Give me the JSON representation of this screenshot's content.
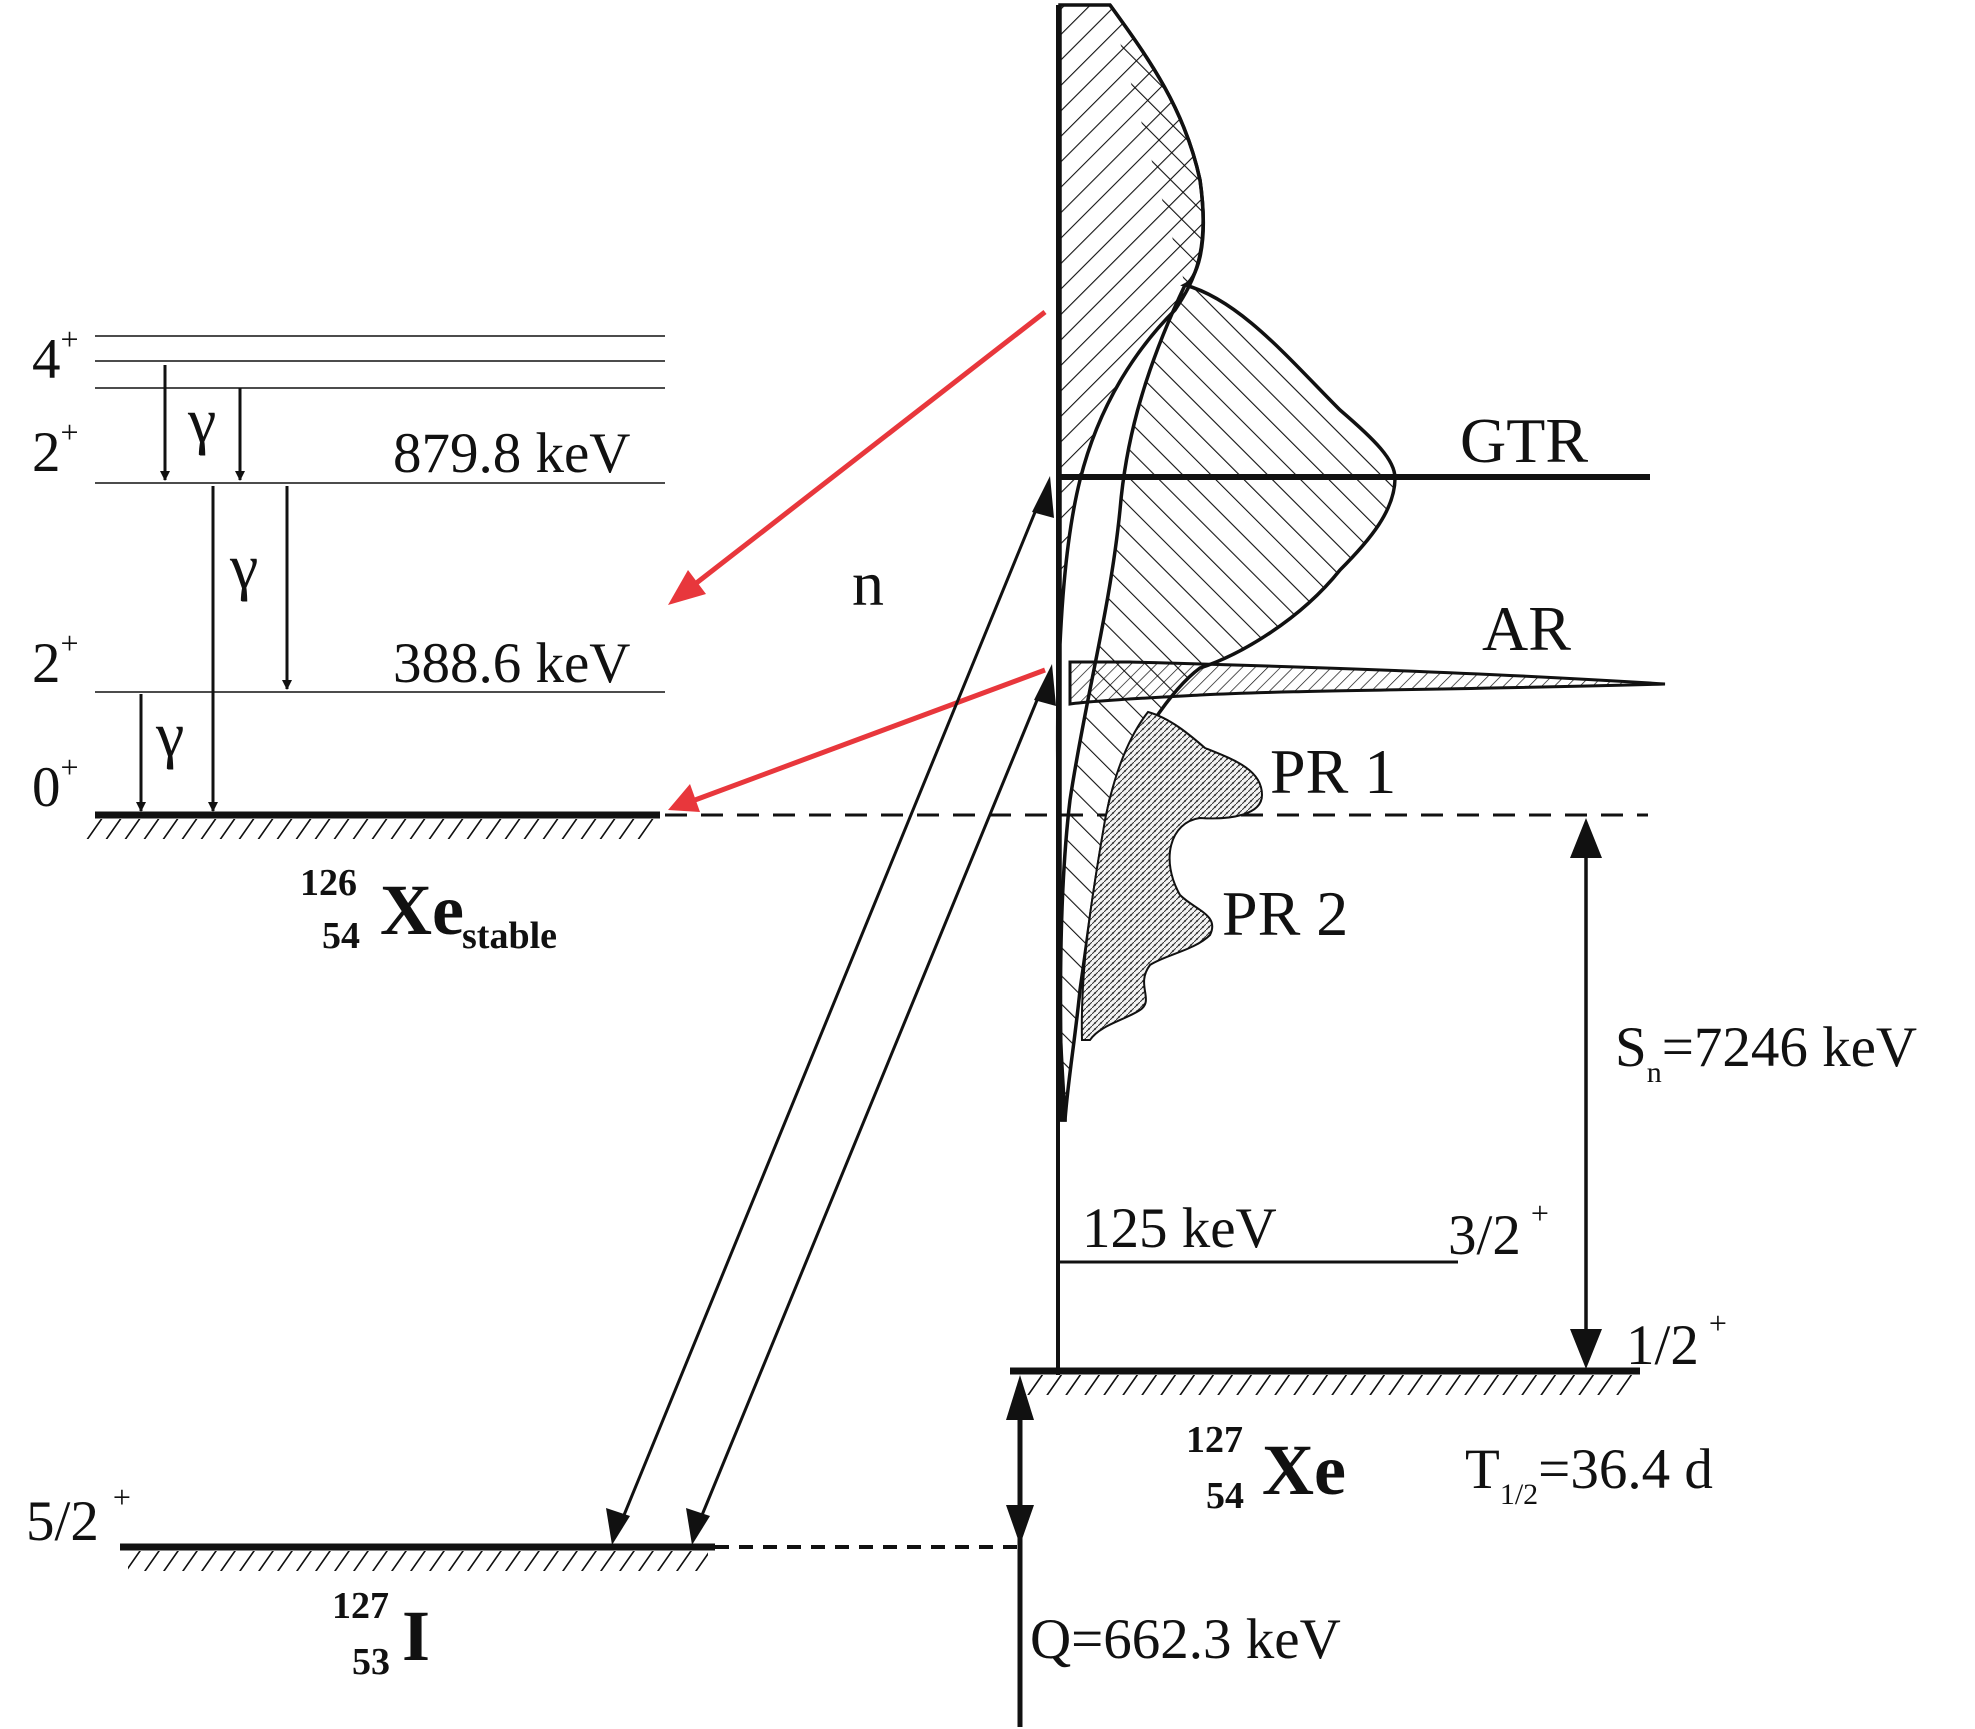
{
  "xe126": {
    "levels": [
      {
        "spin": "4",
        "parity": "+"
      },
      {
        "spin": "2",
        "parity": "+",
        "energy": "879.8 keV"
      },
      {
        "spin": "2",
        "parity": "+",
        "energy": "388.6 keV"
      },
      {
        "spin": "0",
        "parity": "+"
      }
    ],
    "nucleus": {
      "mass": "126",
      "z": "54",
      "symbol": "Xe",
      "tag": "stable"
    }
  },
  "gamma": "γ",
  "neutron": "n",
  "resonances": [
    "GTR",
    "AR",
    "PR 1",
    "PR 2"
  ],
  "xe127": {
    "excited": {
      "energy": "125 keV",
      "spin": "3/2",
      "parity": "+"
    },
    "ground": {
      "spin": "1/2",
      "parity": "+"
    },
    "nucleus": {
      "mass": "127",
      "z": "54",
      "symbol": "Xe"
    },
    "sn": {
      "symbol": "S",
      "sub": "n",
      "value": "=7246 keV"
    },
    "halflife": {
      "symbol": "T",
      "sub": "1/2",
      "value": "=36.4 d"
    }
  },
  "i127": {
    "ground": {
      "spin": "5/2",
      "parity": "+"
    },
    "nucleus": {
      "mass": "127",
      "z": "53",
      "symbol": "I"
    }
  },
  "q_value": "Q=662.3 keV",
  "colors": {
    "ink": "#111111",
    "red_arrow": "#e8373c"
  }
}
